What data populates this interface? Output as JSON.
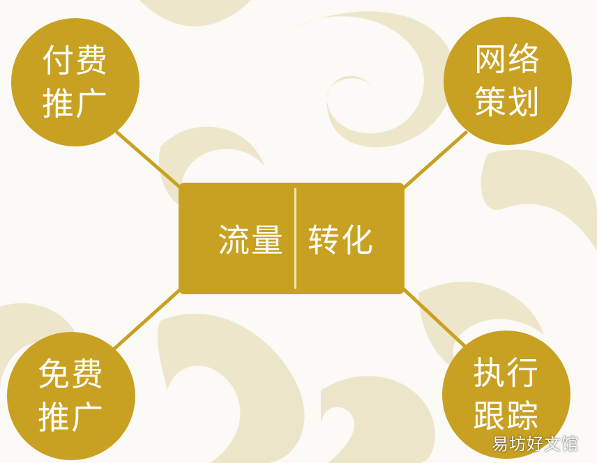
{
  "colors": {
    "node_fill": "#c9a122",
    "connector": "#c9a122",
    "background": "#fbfaf6",
    "ornament": "#ece3c6",
    "text": "#ffffff",
    "divider": "#f3e7b6"
  },
  "center": {
    "left_label": "流量",
    "right_label": "转化"
  },
  "nodes": {
    "top_left": {
      "line1": "付费",
      "line2": "推广"
    },
    "top_right": {
      "line1": "网络",
      "line2": "策划"
    },
    "bottom_left": {
      "line1": "免费",
      "line2": "推广"
    },
    "bottom_right": {
      "line1": "执行",
      "line2": "跟踪"
    }
  },
  "watermark": "易坊好文馆"
}
